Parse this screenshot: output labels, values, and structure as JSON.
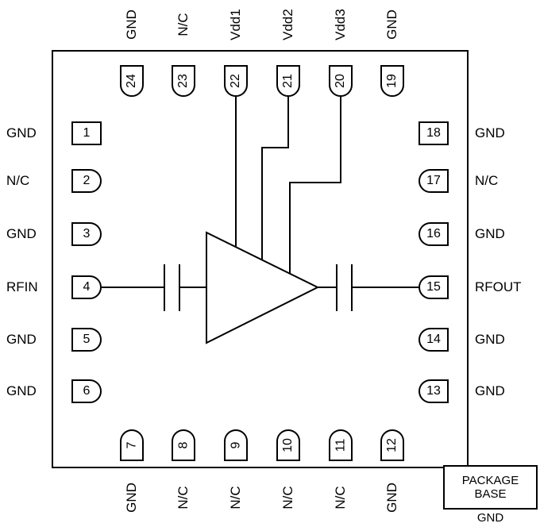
{
  "diagram": {
    "type": "ic-pinout-schematic",
    "package_base": {
      "line1": "PACKAGE",
      "line2": "BASE",
      "ground": "GND"
    },
    "colors": {
      "line": "#000000",
      "background": "#ffffff"
    }
  },
  "pins": {
    "top": [
      {
        "num": "24",
        "label": "GND"
      },
      {
        "num": "23",
        "label": "N/C"
      },
      {
        "num": "22",
        "label": "Vdd1"
      },
      {
        "num": "21",
        "label": "Vdd2"
      },
      {
        "num": "20",
        "label": "Vdd3"
      },
      {
        "num": "19",
        "label": "GND"
      }
    ],
    "left": [
      {
        "num": "1",
        "label": "GND"
      },
      {
        "num": "2",
        "label": "N/C"
      },
      {
        "num": "3",
        "label": "GND"
      },
      {
        "num": "4",
        "label": "RFIN"
      },
      {
        "num": "5",
        "label": "GND"
      },
      {
        "num": "6",
        "label": "GND"
      }
    ],
    "right": [
      {
        "num": "18",
        "label": "GND"
      },
      {
        "num": "17",
        "label": "N/C"
      },
      {
        "num": "16",
        "label": "GND"
      },
      {
        "num": "15",
        "label": "RFOUT"
      },
      {
        "num": "14",
        "label": "GND"
      },
      {
        "num": "13",
        "label": "GND"
      }
    ],
    "bottom": [
      {
        "num": "7",
        "label": "GND"
      },
      {
        "num": "8",
        "label": "N/C"
      },
      {
        "num": "9",
        "label": "N/C"
      },
      {
        "num": "10",
        "label": "N/C"
      },
      {
        "num": "11",
        "label": "N/C"
      },
      {
        "num": "12",
        "label": "GND"
      }
    ]
  }
}
